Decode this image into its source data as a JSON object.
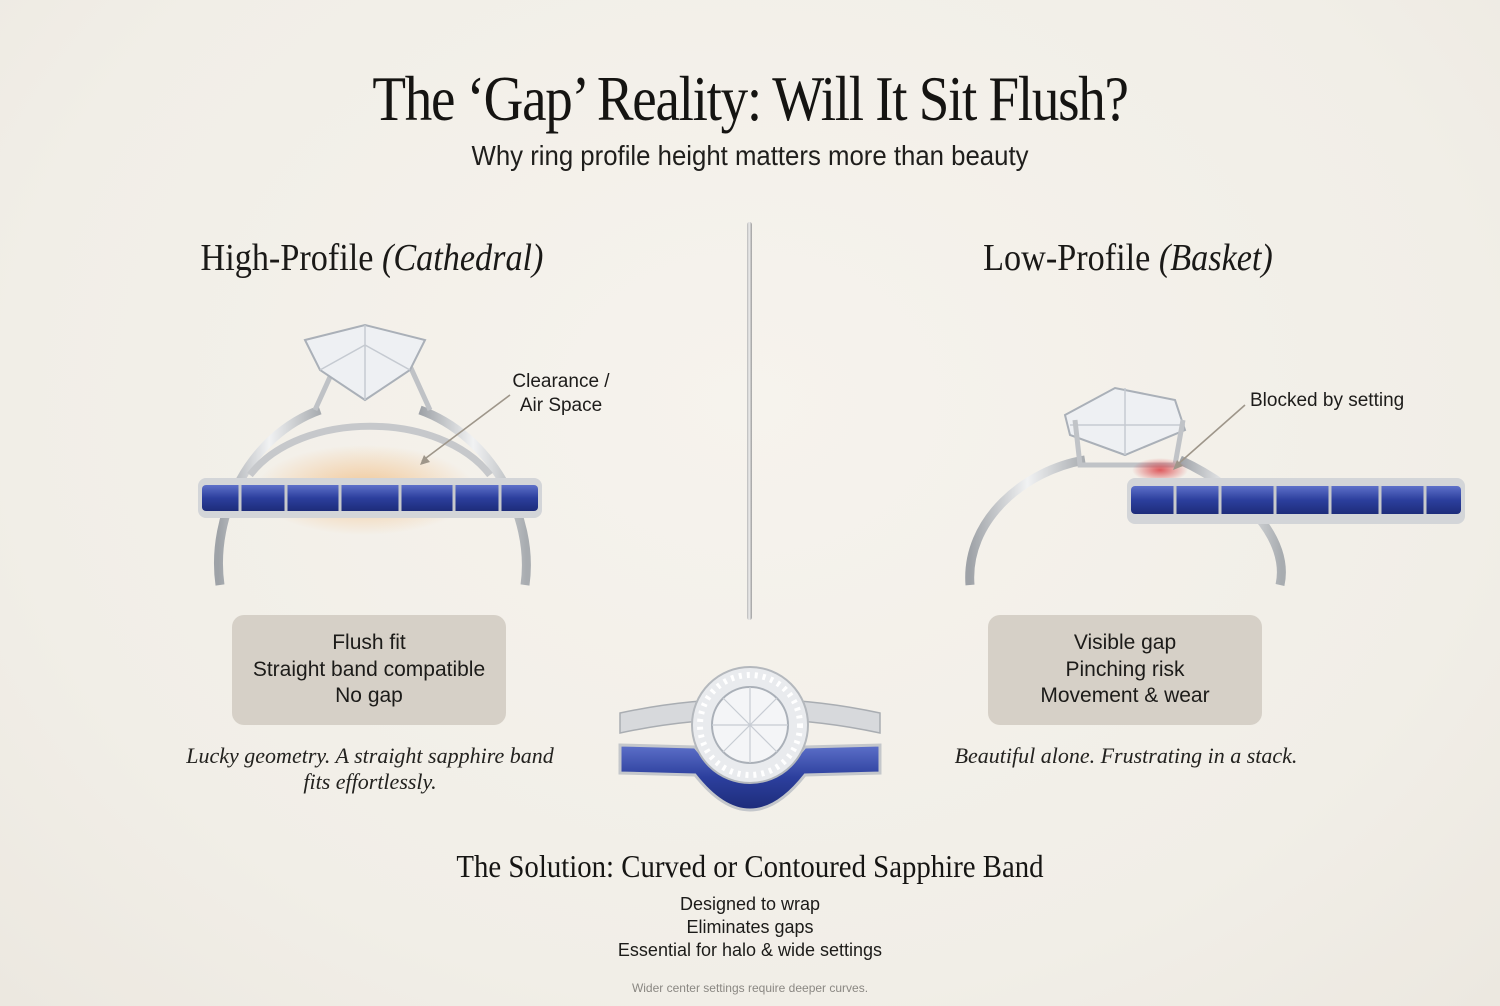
{
  "header": {
    "title": "The ‘Gap’ Reality: Will It Sit Flush?",
    "subtitle": "Why ring profile height matters more than beauty"
  },
  "columns": {
    "left": {
      "title_main": "High-Profile ",
      "title_italic": "(Cathedral)",
      "callout_line1": "Clearance /",
      "callout_line2": "Air Space",
      "box_lines": [
        "Flush fit",
        "Straight band compatible",
        "No gap"
      ],
      "caption_line1": "Lucky geometry. A straight sapphire band",
      "caption_line2": "fits effortlessly."
    },
    "right": {
      "title_main": "Low-Profile ",
      "title_italic": "(Basket)",
      "callout": "Blocked by setting",
      "box_lines": [
        "Visible gap",
        "Pinching risk",
        "Movement & wear"
      ],
      "caption": "Beautiful alone. Frustrating in a stack."
    }
  },
  "solution": {
    "title": "The Solution: Curved or Contoured Sapphire Band",
    "points": [
      "Designed to wrap",
      "Eliminates gaps",
      "Essential for halo & wide settings"
    ],
    "footnote": "Wider center settings require deeper curves."
  },
  "colors": {
    "background": "#f3f0e9",
    "box": "#d6d0c7",
    "sapphire": "#2f44a8",
    "metal": "#c9cbce",
    "clearance_glow": "#f2b878",
    "blocked_glow": "#d8343a"
  }
}
